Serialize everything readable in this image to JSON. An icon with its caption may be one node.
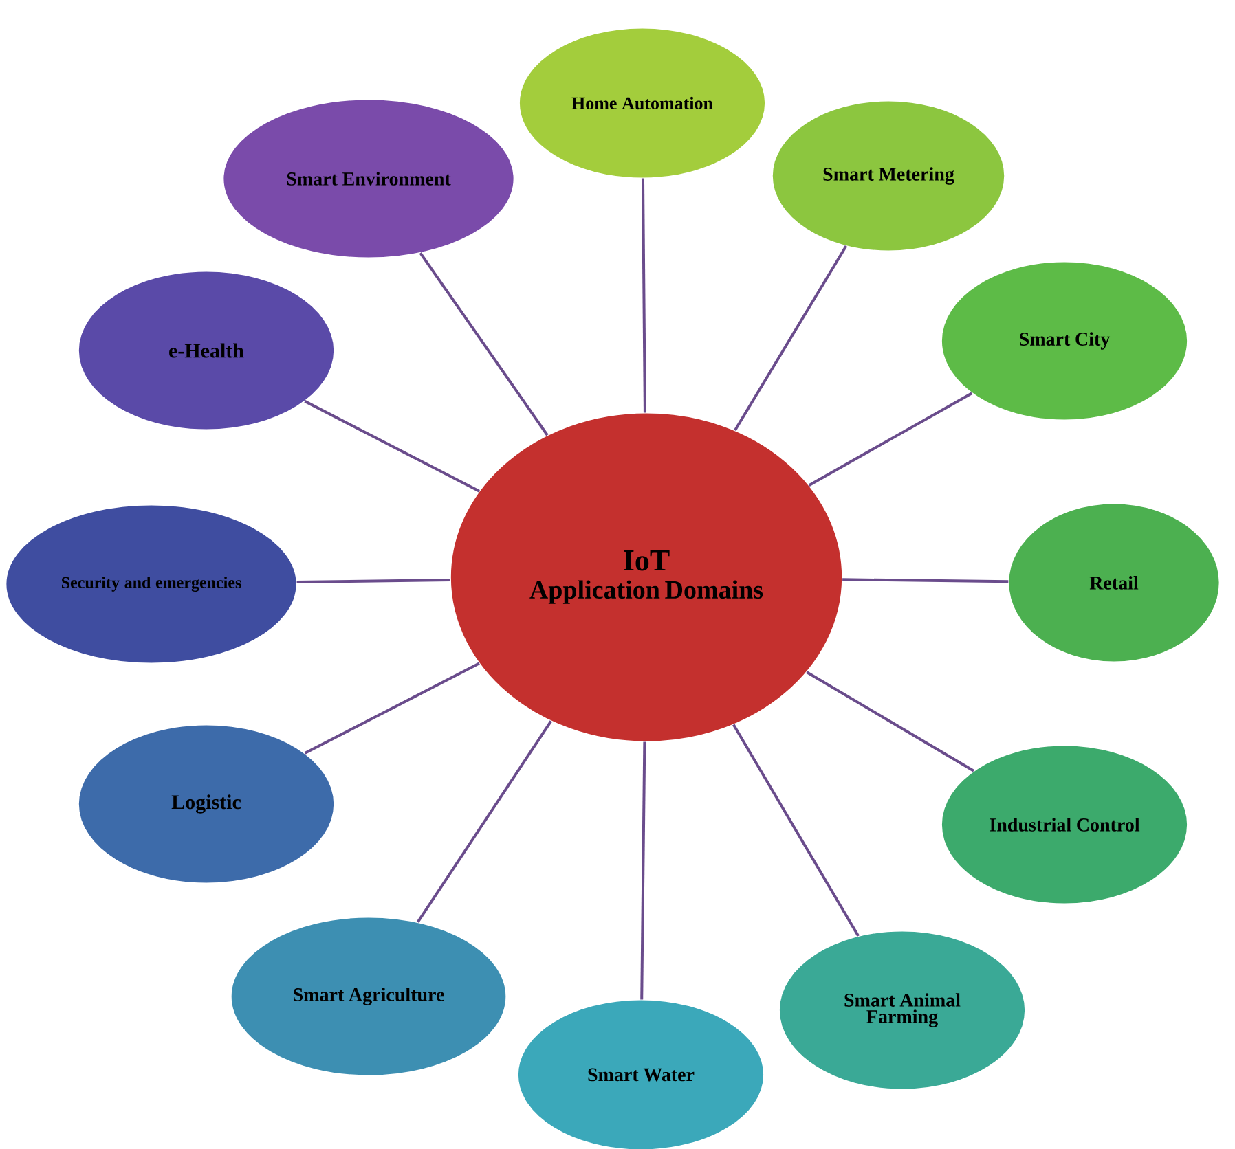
{
  "diagram": {
    "nodes": [
      {
        "text": [
          "IoT",
          "Application Domains"
        ]
      },
      {
        "text": [
          "Home Automation"
        ]
      },
      {
        "text": [
          "Smart Metering"
        ]
      },
      {
        "text": [
          "Smart City"
        ]
      },
      {
        "text": [
          "Retail"
        ]
      },
      {
        "text": [
          "Industrial Control"
        ]
      },
      {
        "text": [
          "Smart Animal Farming"
        ]
      },
      {
        "text": [
          "Smart Water"
        ]
      },
      {
        "text": [
          "Smart Agriculture"
        ]
      },
      {
        "text": [
          "Logistic"
        ]
      },
      {
        "text": [
          "Security and emergencies"
        ]
      },
      {
        "text": [
          "e-Health"
        ]
      },
      {
        "text": [
          "Smart Environment"
        ]
      }
    ],
    "edges": [
      {
        "from": 0,
        "to": 1,
        "arrow": "none"
      },
      {
        "from": 0,
        "to": 2,
        "arrow": "none"
      },
      {
        "from": 0,
        "to": 3,
        "arrow": "none"
      },
      {
        "from": 0,
        "to": 4,
        "arrow": "none"
      },
      {
        "from": 0,
        "to": 5,
        "arrow": "none"
      },
      {
        "from": 0,
        "to": 6,
        "arrow": "none"
      },
      {
        "from": 0,
        "to": 7,
        "arrow": "none"
      },
      {
        "from": 0,
        "to": 8,
        "arrow": "none"
      },
      {
        "from": 0,
        "to": 9,
        "arrow": "none"
      },
      {
        "from": 0,
        "to": 10,
        "arrow": "none"
      },
      {
        "from": 0,
        "to": 11,
        "arrow": "none"
      },
      {
        "from": 0,
        "to": 12,
        "arrow": "none"
      }
    ]
  }
}
